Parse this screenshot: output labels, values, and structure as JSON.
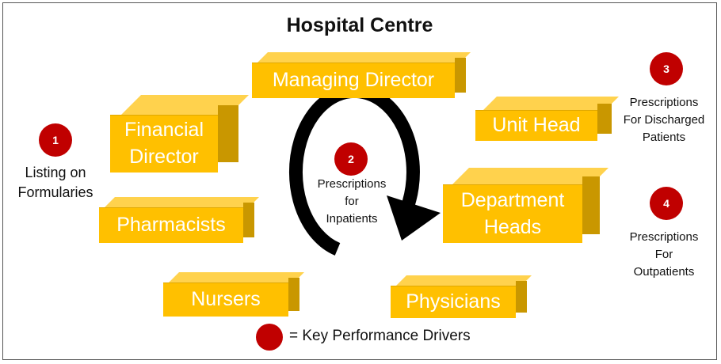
{
  "title": "Hospital Centre",
  "roles": {
    "managing_director": "Managing Director",
    "financial_director_line1": "Financial",
    "financial_director_line2": "Director",
    "pharmacists": "Pharmacists",
    "nursers": "Nursers",
    "physicians": "Physicians",
    "unit_head": "Unit Head",
    "department_heads_line1": "Department",
    "department_heads_line2": "Heads"
  },
  "drivers": [
    {
      "number": "1",
      "label_lines": [
        "Listing on",
        "Formularies"
      ]
    },
    {
      "number": "2",
      "label_lines": [
        "Prescriptions",
        "for",
        "Inpatients"
      ]
    },
    {
      "number": "3",
      "label_lines": [
        "Prescriptions",
        "For Discharged",
        "Patients"
      ]
    },
    {
      "number": "4",
      "label_lines": [
        "Prescriptions",
        "For",
        "Outpatients"
      ]
    }
  ],
  "legend": {
    "text": "= Key Performance Drivers"
  },
  "colors": {
    "box_front": "#ffc000",
    "box_top": "#ffd24d",
    "box_side": "#c99700",
    "badge": "#c00000",
    "arrow": "#000000"
  }
}
